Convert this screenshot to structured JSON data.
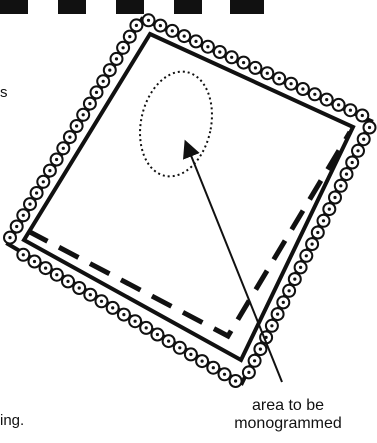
{
  "diagram": {
    "caption_line1": "area to be",
    "caption_line2": "monogrammed",
    "left_fragment_top": "s",
    "left_fragment_bottom": "ing.",
    "colors": {
      "ink": "#111111",
      "paper": "#ffffff",
      "lace_fill": "#ffffff"
    }
  }
}
